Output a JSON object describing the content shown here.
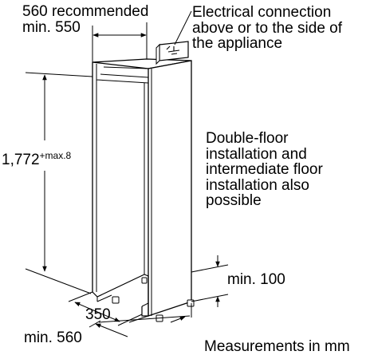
{
  "labels": {
    "width_recommended": "560 recommended",
    "width_min": "min. 550",
    "electrical_line1": "Electrical connection",
    "electrical_line2": "above or to the side of",
    "electrical_line3": "the appliance",
    "height_value": "1,772",
    "height_tolerance": "+max.8",
    "floor_line1": "Double-floor",
    "floor_line2": "installation and",
    "floor_line3": "intermediate floor",
    "floor_line4": "installation also",
    "floor_line5": "possible",
    "vent_min": "min. 100",
    "depth_inner": "350",
    "depth_min": "min. 560",
    "units_note": "Measurements in mm"
  },
  "icons": {
    "electrical": "electrical-symbol-icon"
  },
  "colors": {
    "line": "#000000",
    "background": "#ffffff"
  }
}
